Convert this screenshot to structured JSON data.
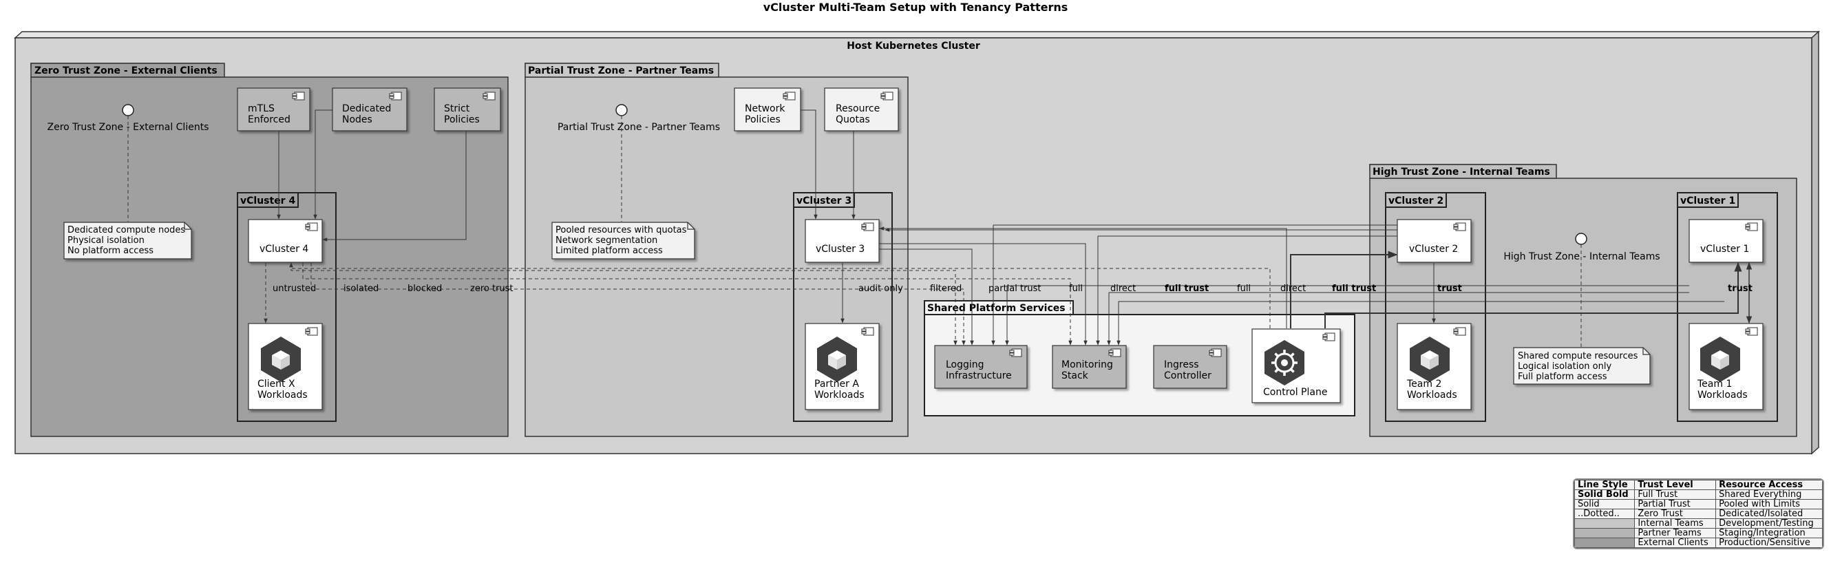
{
  "title": "vCluster Multi-Team Setup with Tenancy Patterns",
  "host": {
    "label": "Host Kubernetes Cluster"
  },
  "zones": {
    "zero": {
      "label": "Zero Trust Zone - External Clients",
      "interface": "Zero Trust Zone - External Clients",
      "policies": {
        "mtls": "mTLS\nEnforced",
        "nodes": "Dedicated\nNodes",
        "strict": "Strict\nPolicies"
      },
      "vcluster_pkg": "vCluster 4",
      "vcluster": "vCluster 4",
      "workloads": "Client X\nWorkloads",
      "note": "Dedicated compute nodes\nPhysical isolation\nNo platform access"
    },
    "partial": {
      "label": "Partial Trust Zone - Partner Teams",
      "interface": "Partial Trust Zone - Partner Teams",
      "policies": {
        "network": "Network\nPolicies",
        "quotas": "Resource\nQuotas"
      },
      "vcluster_pkg": "vCluster 3",
      "vcluster": "vCluster 3",
      "workloads": "Partner A\nWorkloads",
      "note": "Pooled resources with quotas\nNetwork segmentation\nLimited platform access"
    },
    "high": {
      "label": "High Trust Zone - Internal Teams",
      "interface": "High Trust Zone - Internal Teams",
      "vc2_pkg": "vCluster 2",
      "vc2": "vCluster 2",
      "team2": "Team 2\nWorkloads",
      "vc1_pkg": "vCluster 1",
      "vc1": "vCluster 1",
      "team1": "Team 1\nWorkloads",
      "note": "Shared compute resources\nLogical isolation only\nFull platform access"
    }
  },
  "shared": {
    "label": "Shared Platform Services",
    "logging": "Logging\nInfrastructure",
    "monitoring": "Monitoring\nStack",
    "ingress": "Ingress\nController",
    "control": "Control Plane"
  },
  "edges": {
    "untrusted": "untrusted",
    "isolated": "isolated",
    "blocked": "blocked",
    "zero_trust": "zero trust",
    "audit_only": "audit only",
    "filtered": "filtered",
    "partial_trust": "partial trust",
    "full": "full",
    "direct": "direct",
    "full_trust": "full trust",
    "trust": "trust"
  },
  "legend": {
    "headers": [
      "Line Style",
      "Trust Level",
      "Resource Access"
    ],
    "rows": [
      [
        "Solid Bold",
        "Full Trust",
        "Shared Everything"
      ],
      [
        "Solid",
        "Partial Trust",
        "Pooled with Limits"
      ],
      [
        "..Dotted..",
        "Zero Trust",
        "Dedicated/Isolated"
      ],
      [
        "",
        "Internal Teams",
        "Development/Testing"
      ],
      [
        "",
        "Partner Teams",
        "Staging/Integration"
      ],
      [
        "",
        "External Clients",
        "Production/Sensitive"
      ]
    ],
    "swatches": [
      "#ffffff",
      "#ffffff",
      "#ffffff",
      "#c8c8c8",
      "#b4b4b4",
      "#9e9e9e"
    ]
  },
  "colors": {
    "host": "#d3d3d3",
    "zero_zone": "#a0a0a0",
    "partial_zone": "#c8c8c8",
    "high_zone": "#c0c0c0",
    "shared": "#f4f4f4",
    "component": "#ffffff",
    "policy": "#b8b8b8",
    "icon": "#404040"
  }
}
